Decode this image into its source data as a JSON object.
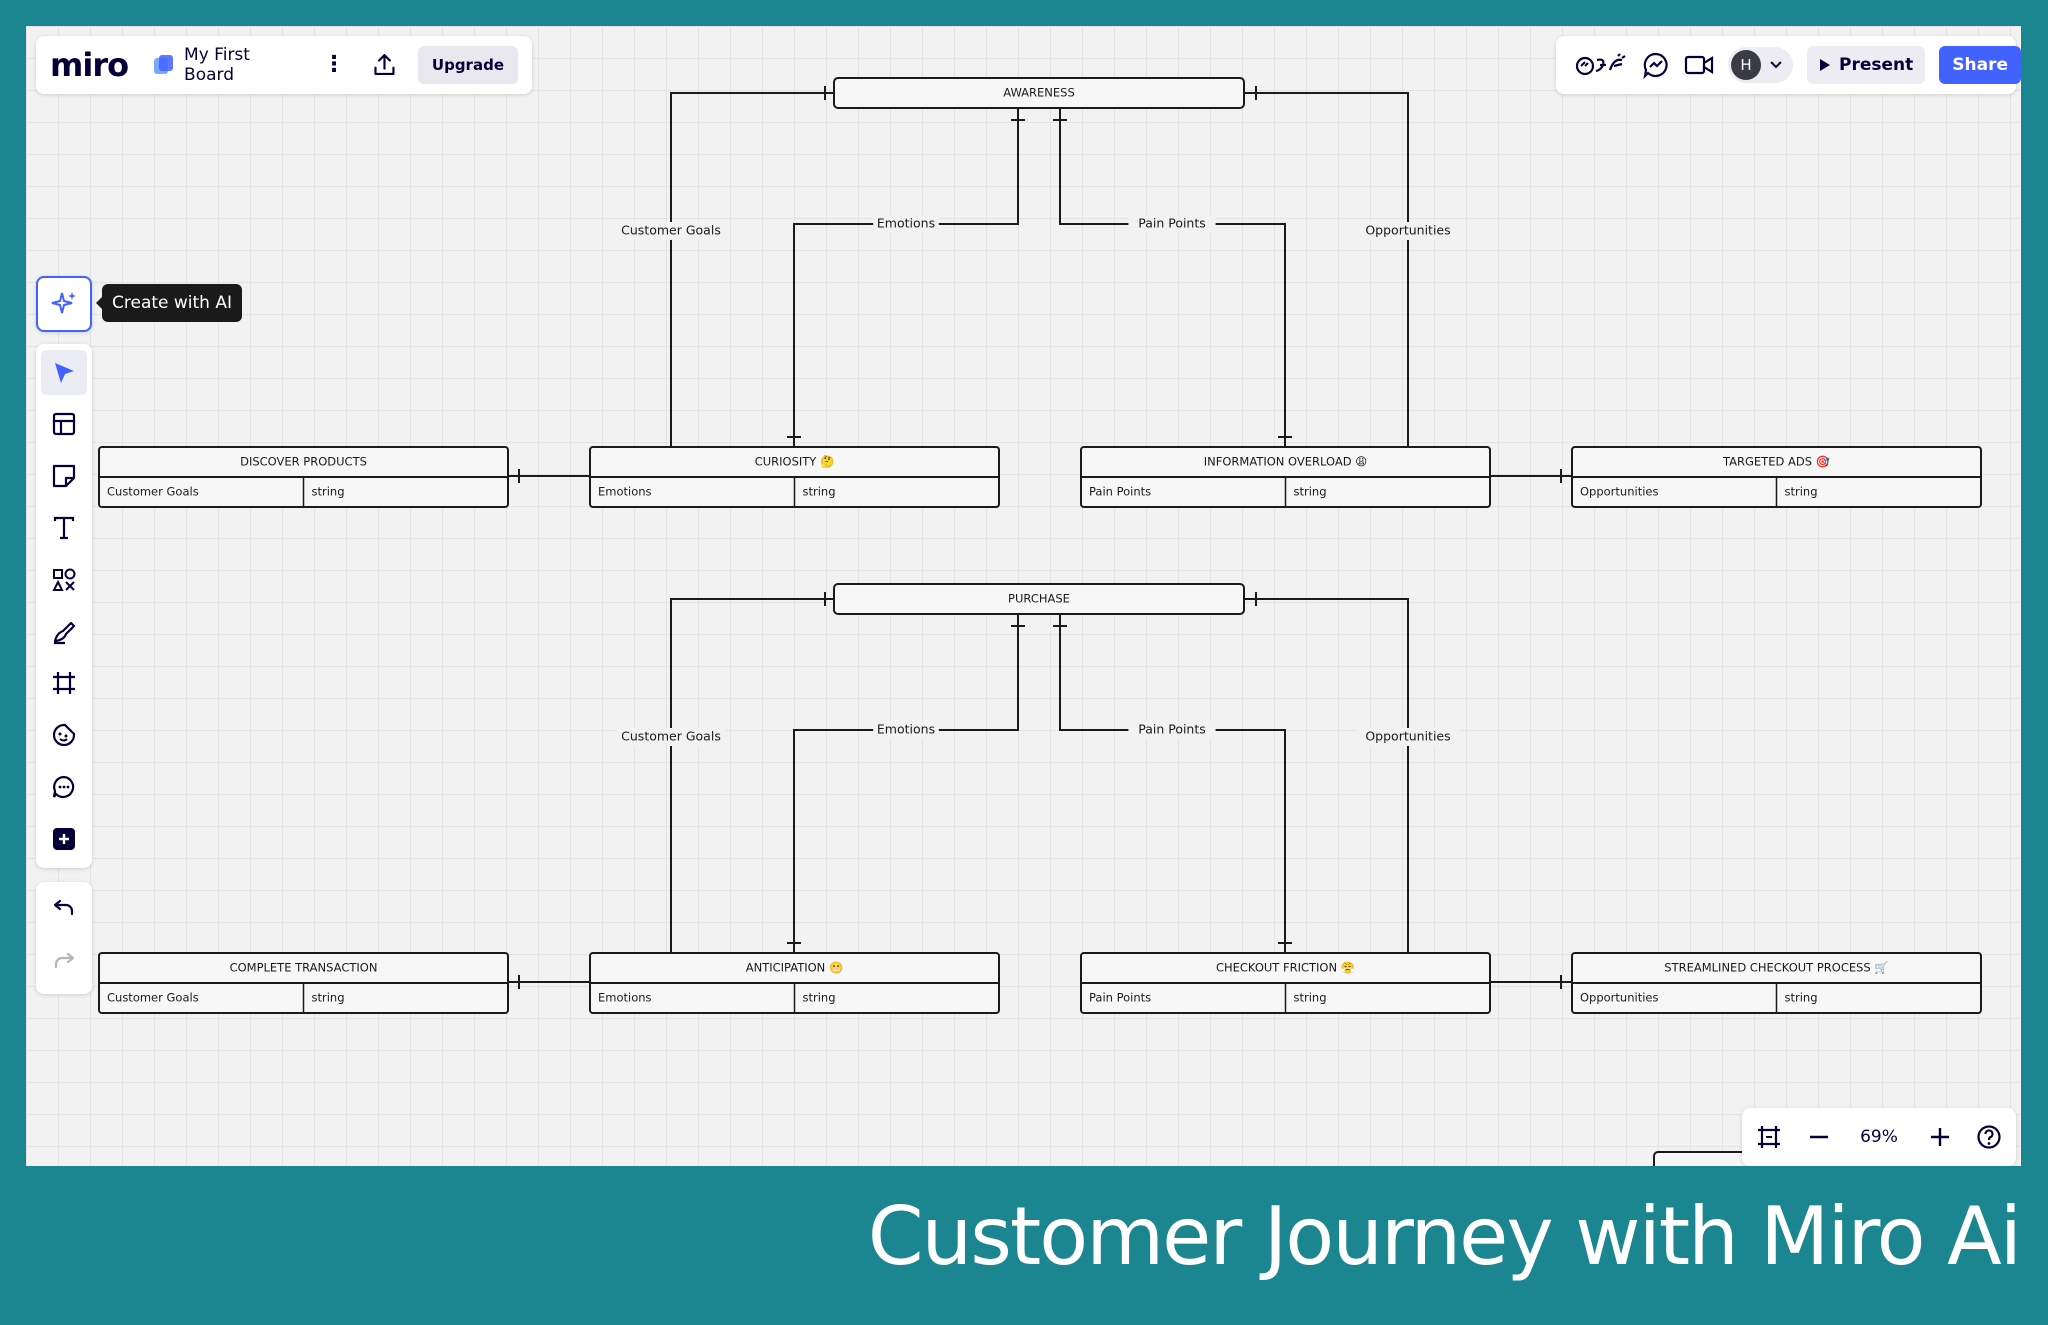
{
  "app": {
    "logo": "miro",
    "board_name": "My First Board",
    "upgrade_label": "Upgrade",
    "present_label": "Present",
    "share_label": "Share",
    "avatar_initial": "H"
  },
  "ai": {
    "tooltip": "Create with AI"
  },
  "zoom": {
    "level": "69%"
  },
  "caption": "Customer Journey with Miro Ai",
  "diagram": {
    "stages": [
      {
        "title": "AWARENESS",
        "connectors": [
          "Customer Goals",
          "Emotions",
          "Pain Points",
          "Opportunities"
        ],
        "tables": [
          {
            "title": "DISCOVER PRODUCTS",
            "field": "Customer Goals",
            "type": "string"
          },
          {
            "title": "CURIOSITY 🤔",
            "field": "Emotions",
            "type": "string"
          },
          {
            "title": "INFORMATION OVERLOAD 😩",
            "field": "Pain Points",
            "type": "string"
          },
          {
            "title": "TARGETED ADS 🎯",
            "field": "Opportunities",
            "type": "string"
          }
        ]
      },
      {
        "title": "PURCHASE",
        "connectors": [
          "Customer Goals",
          "Emotions",
          "Pain Points",
          "Opportunities"
        ],
        "tables": [
          {
            "title": "COMPLETE TRANSACTION",
            "field": "Customer Goals",
            "type": "string"
          },
          {
            "title": "ANTICIPATION 😬",
            "field": "Emotions",
            "type": "string"
          },
          {
            "title": "CHECKOUT FRICTION 😤",
            "field": "Pain Points",
            "type": "string"
          },
          {
            "title": "STREAMLINED CHECKOUT PROCESS 🛒",
            "field": "Opportunities",
            "type": "string"
          }
        ]
      }
    ]
  },
  "colors": {
    "accent": "#4262ff",
    "background": "#1c8690",
    "canvas": "#f2f2f2"
  },
  "icons": {
    "toolbar": [
      "cursor-icon",
      "templates-icon",
      "sticky-note-icon",
      "text-icon",
      "shapes-icon",
      "pen-icon",
      "frame-icon",
      "stickers-icon",
      "comment-icon",
      "more-tools-icon"
    ],
    "top": [
      "reactions-icon",
      "chat-icon",
      "video-icon",
      "chevron-down-icon",
      "play-icon"
    ],
    "zoom": [
      "fit-frame-icon",
      "zoom-out-icon",
      "zoom-in-icon",
      "help-icon"
    ]
  }
}
